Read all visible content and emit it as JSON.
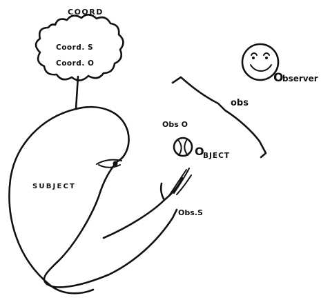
{
  "thought_cloud": {
    "title": "COORD",
    "line1": "Coord. S",
    "line2": "Coord. O"
  },
  "labels": {
    "observer_initial": "O",
    "observer_rest": "bserver",
    "obs": "obs",
    "obs_o": "Obs O",
    "object_initial": "O",
    "object_rest": "BJECT",
    "subject": "SUBJECT",
    "obs_s": "Obs.S"
  }
}
